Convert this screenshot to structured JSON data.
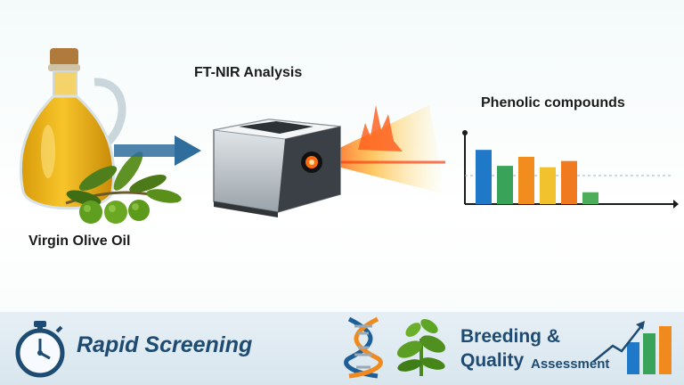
{
  "labels": {
    "oil": "Virgin Olive Oil",
    "analysis": "FT-NIR Analysis",
    "compounds": "Phenolic compounds",
    "rapid": "Rapid Screening",
    "breeding": "Breeding &",
    "quality": "Quality",
    "assessment": "Assessment"
  },
  "chart_data": {
    "type": "bar",
    "values": [
      0.78,
      0.55,
      0.68,
      0.53,
      0.62,
      0.17
    ],
    "colors": [
      "#1f78c8",
      "#3aa35a",
      "#f28c1e",
      "#f2c12e",
      "#ef7a1f",
      "#4cae5b"
    ],
    "ylim": [
      0,
      1
    ]
  },
  "colors": {
    "oil": "#f2b617",
    "arrow": "#2f6d9c",
    "heading": "#1e4b72",
    "olive": "#5a8f1a"
  },
  "icons": [
    "stopwatch-icon",
    "dna-icon",
    "seedling-icon",
    "growth-bars-icon",
    "trend-arrow-icon"
  ]
}
